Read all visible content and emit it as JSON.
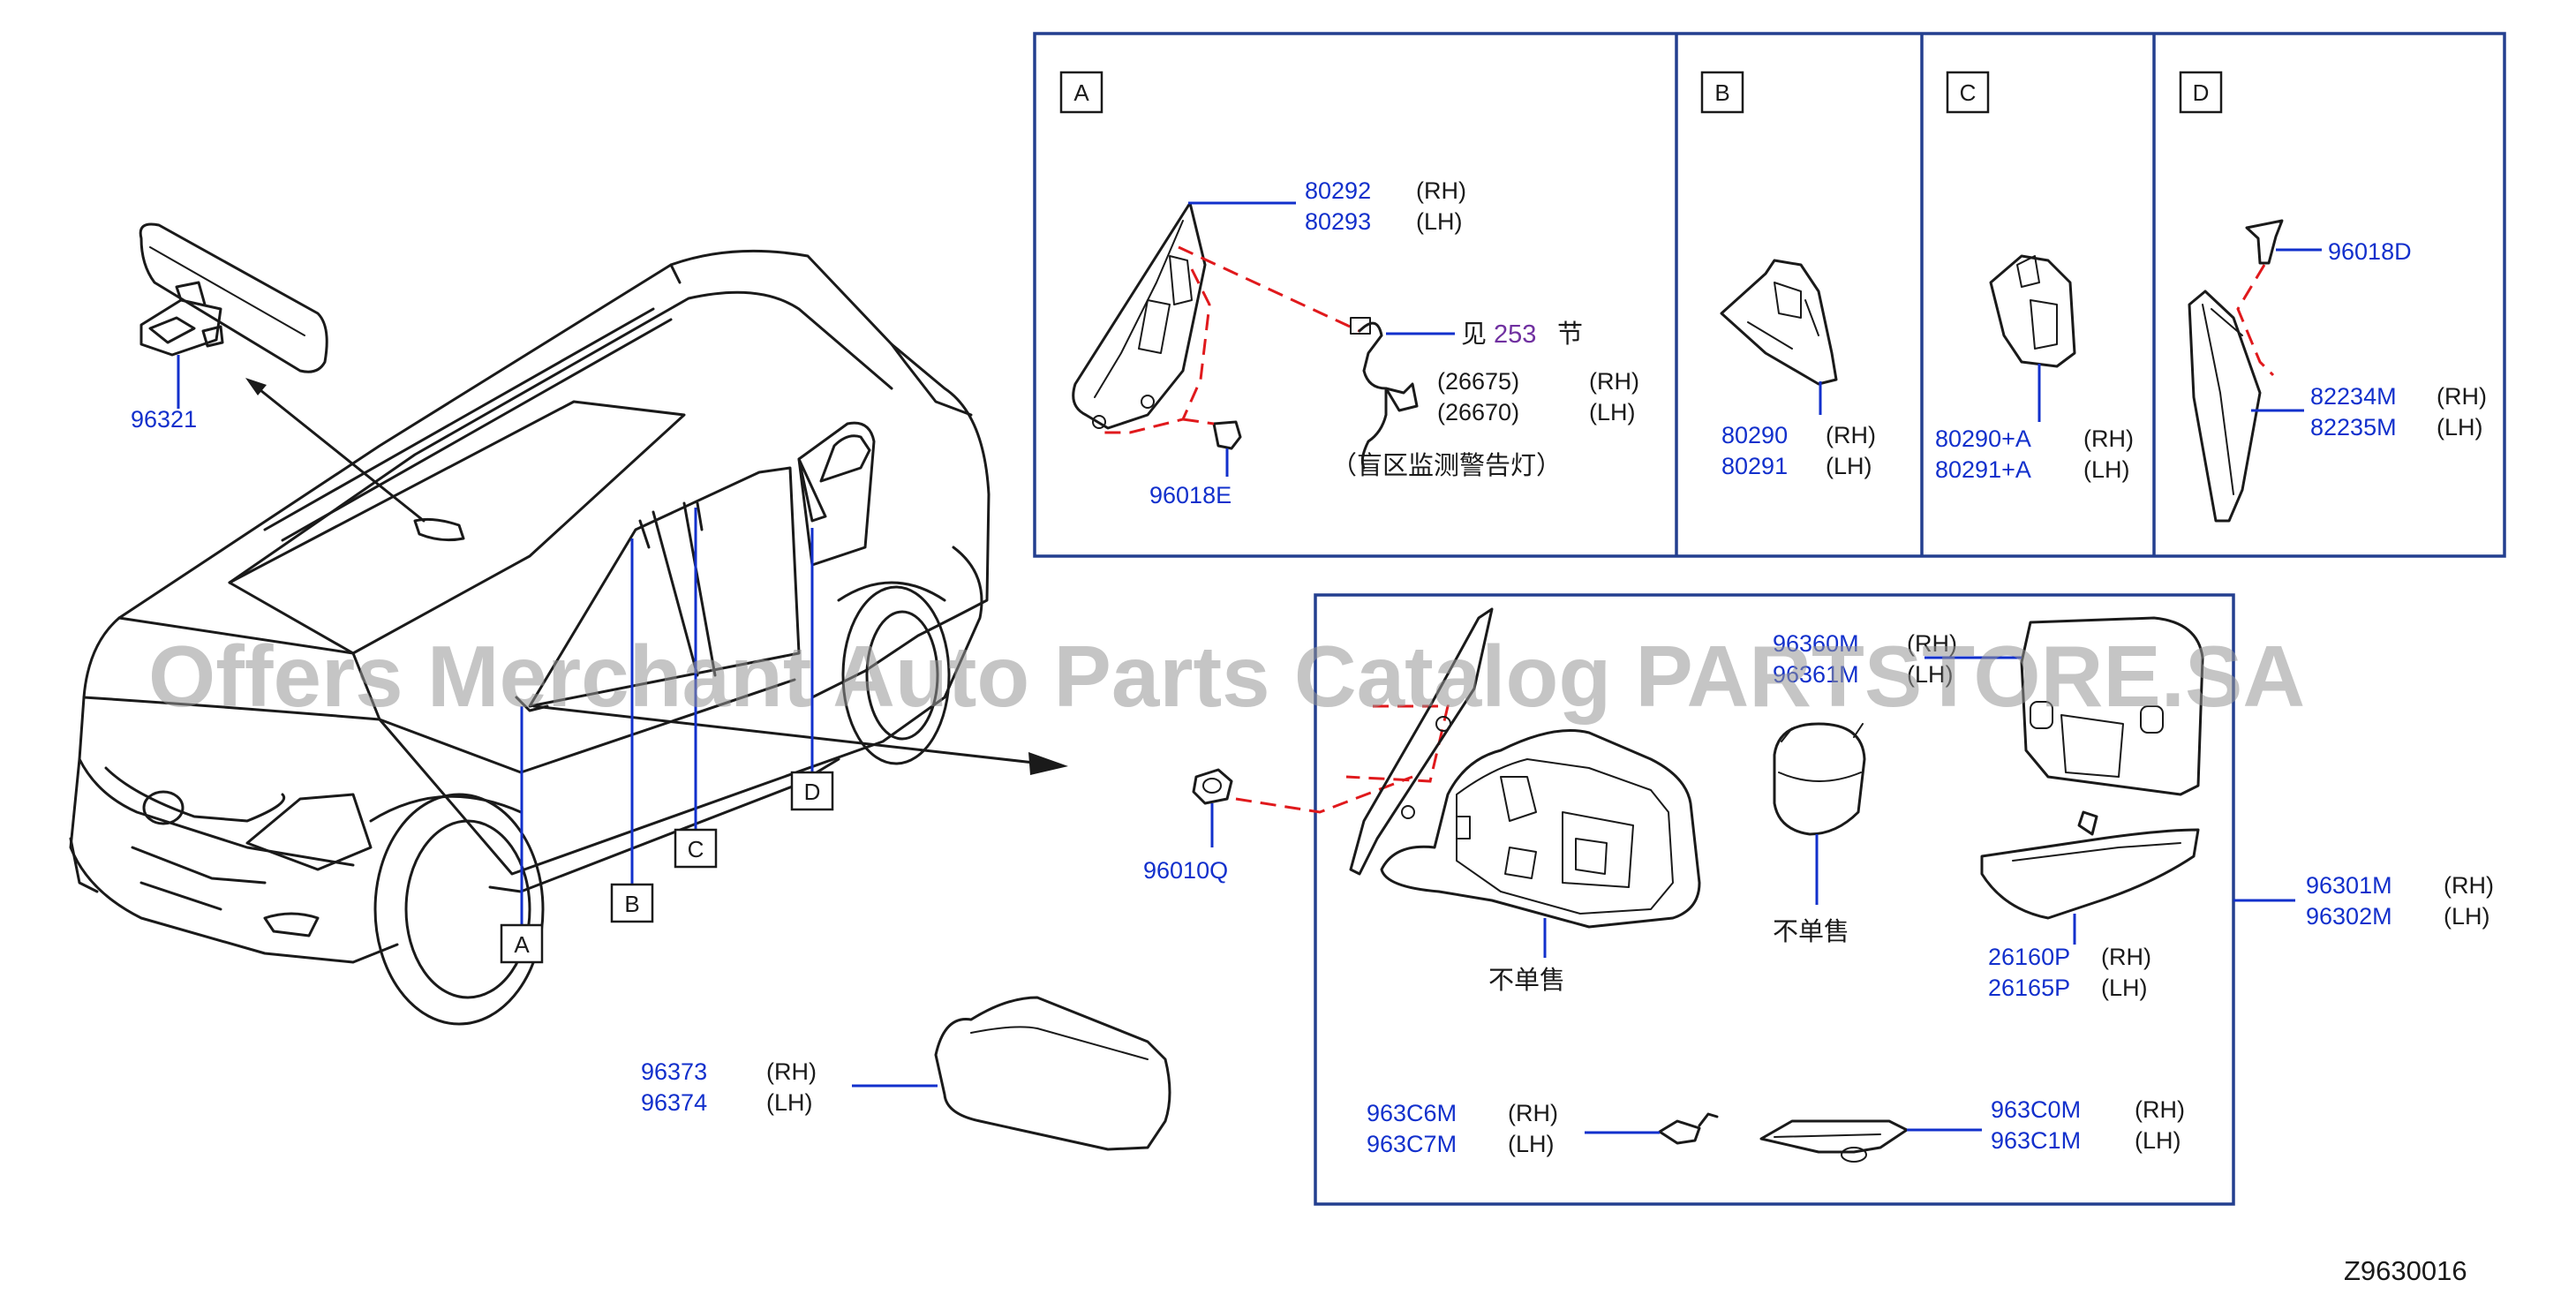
{
  "watermark": "Offers Merchant Auto Parts Catalog PARTSTORE.SA",
  "figure_id": "Z9630016",
  "not_sold_separately": "不单售",
  "parts": {
    "p96321": "96321",
    "p96373": "96373",
    "p96374": "96374",
    "p96010Q": "96010Q",
    "p96018E": "96018E",
    "p80292": "80292",
    "p80293": "80293",
    "p26675": "(26675)",
    "p26670": "(26670)",
    "ref_prefix": "见",
    "ref_num": "253",
    "ref_suffix": "节",
    "blind_spot_note": "（盲区监测警告灯）",
    "p80290": "80290",
    "p80291": "80291",
    "p80290a": "80290+A",
    "p80291a": "80291+A",
    "p96018D": "96018D",
    "p82234M": "82234M",
    "p82235M": "82235M",
    "p96301M": "96301M",
    "p96302M": "96302M",
    "p26160P": "26160P",
    "p26165P": "26165P",
    "p963C6M": "963C6M",
    "p963C7M": "963C7M",
    "p963C0M": "963C0M",
    "p963C1M": "963C1M",
    "p963x0M": "96360M",
    "p963x1M": "96361M"
  },
  "sides": {
    "rh": "(RH)",
    "lh": "(LH)"
  },
  "letters": {
    "a": "A",
    "b": "B",
    "c": "C",
    "d": "D"
  },
  "colors": {
    "part_number": "#1230cc",
    "frame": "#233f8f",
    "dashed_link": "#e0191c"
  }
}
